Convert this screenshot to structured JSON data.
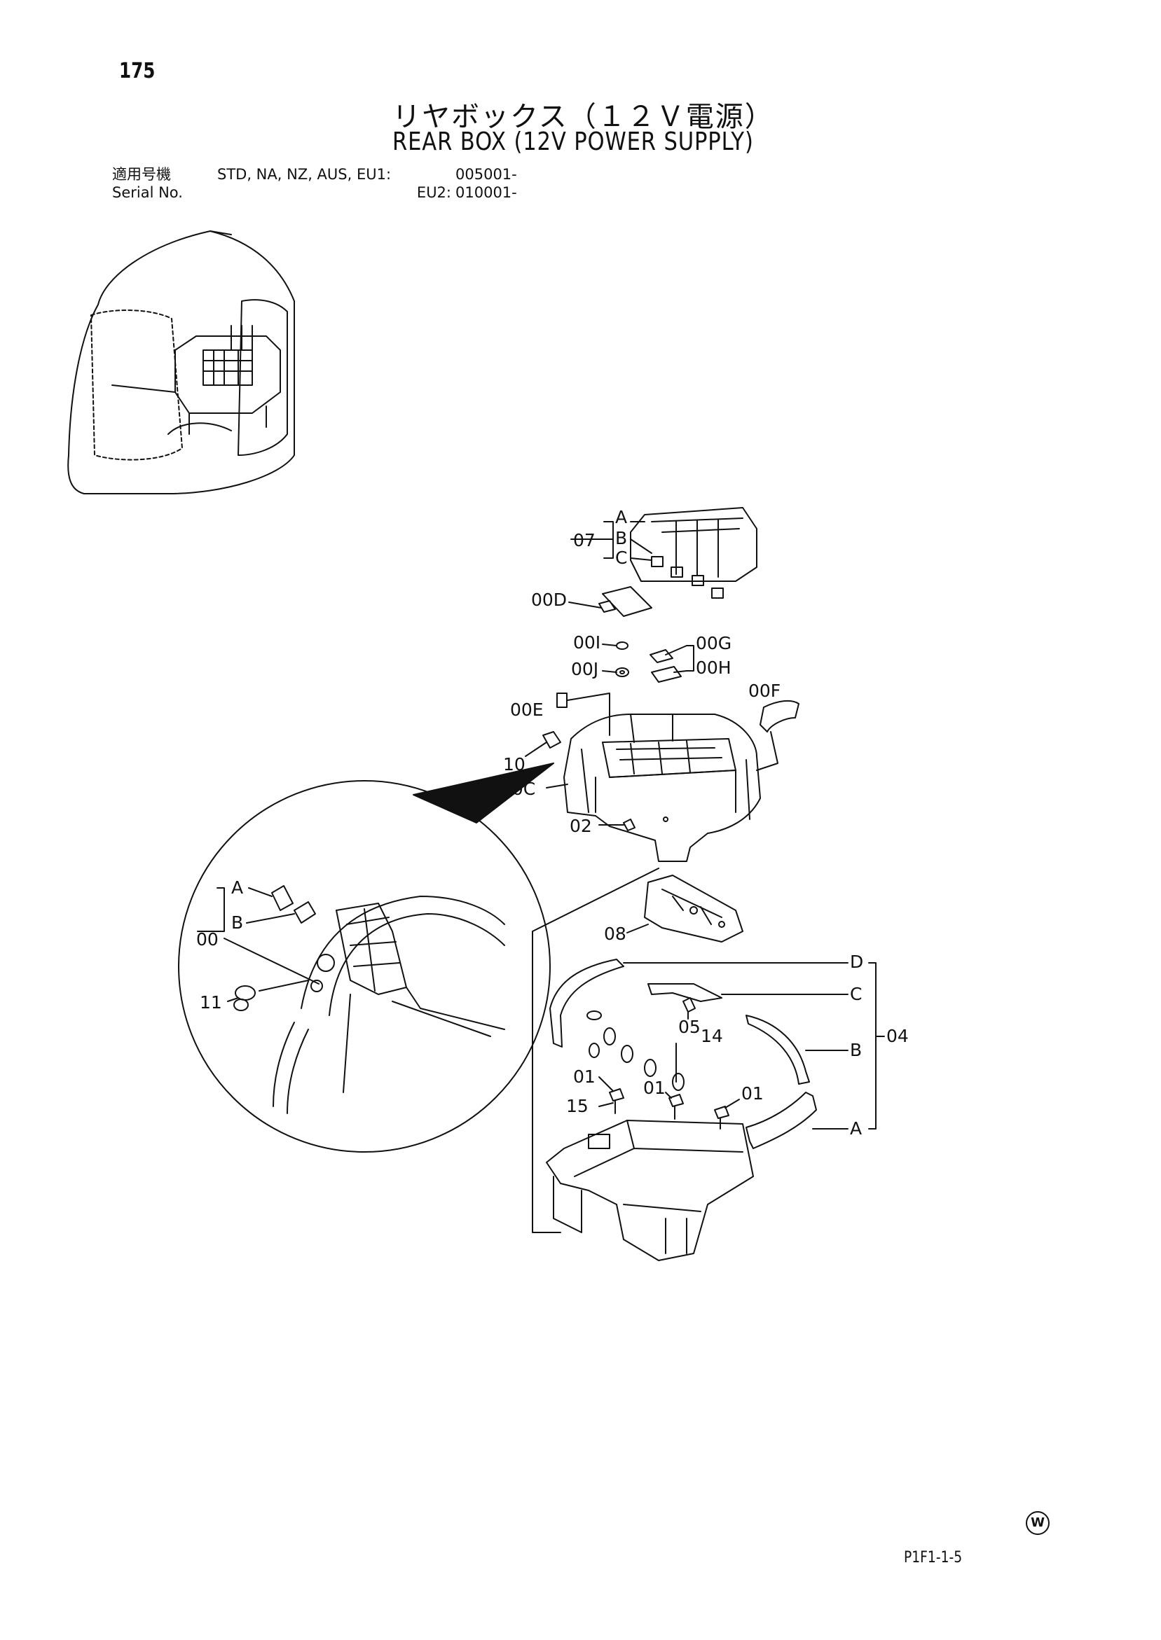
{
  "header": {
    "page_number": "175",
    "title_jp": "リヤボックス（１２Ｖ電源）",
    "title_en": "REAR BOX (12V POWER SUPPLY)",
    "serial_label_jp": "適用号機",
    "serial_label_en": "Serial No.",
    "models_1": "STD, NA, NZ, AUS, EU1:",
    "serial_1": "005001-",
    "models_2": "EU2:",
    "serial_2": "010001-"
  },
  "callouts": {
    "c07": "07",
    "c07a": "A",
    "c07b": "B",
    "c07c": "C",
    "c00d": "00D",
    "c00i": "00I",
    "c00j": "00J",
    "c00g": "00G",
    "c00h": "00H",
    "c00f": "00F",
    "c00e": "00E",
    "c10": "10",
    "c00c": "00C",
    "c02": "02",
    "c08": "08",
    "c04": "04",
    "c04a": "A",
    "c04b": "B",
    "c04c": "C",
    "c04d": "D",
    "c05": "05",
    "c14": "14",
    "c01a": "01",
    "c01b": "01",
    "c01c": "01",
    "c15": "15",
    "c00": "00",
    "c00a": "A",
    "c00b": "B",
    "c11": "11"
  },
  "footer": {
    "code": "P1F1-1-5",
    "mark": "W"
  }
}
